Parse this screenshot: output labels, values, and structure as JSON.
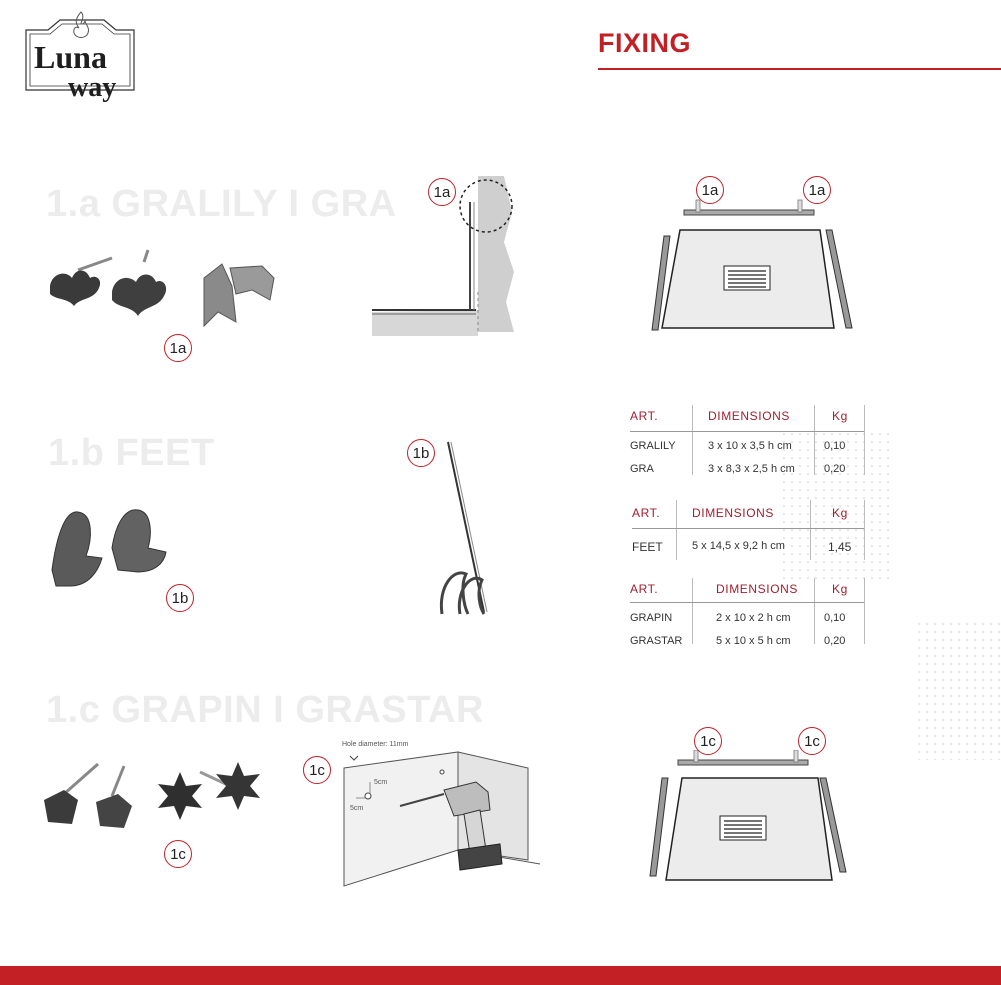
{
  "brand": {
    "logo_text_top": "Luna",
    "logo_text_bottom": "way"
  },
  "header": {
    "title": "FIXING"
  },
  "sections": [
    {
      "title": "1.a GRALILY I GRA"
    },
    {
      "title": "1.b FEET"
    },
    {
      "title": "1.c GRAPIN I GRASTAR"
    }
  ],
  "callouts": {
    "a": "1a",
    "b": "1b",
    "c": "1c"
  },
  "drill": {
    "hole_label": "Hole diameter: 11mm",
    "dim_1": "5cm",
    "dim_2": "5cm"
  },
  "tables": [
    {
      "headers": [
        "ART.",
        "DIMENSIONS",
        "Kg"
      ],
      "rows": [
        [
          "GRALILY",
          "3 x 10 x 3,5 h cm",
          "0,10"
        ],
        [
          "GRA",
          "3 x 8,3 x 2,5 h cm",
          "0,20"
        ]
      ]
    },
    {
      "headers": [
        "ART.",
        "DIMENSIONS",
        "Kg"
      ],
      "rows": [
        [
          "FEET",
          "5 x 14,5 x 9,2 h cm",
          "1,45"
        ]
      ]
    },
    {
      "headers": [
        "ART.",
        "DIMENSIONS",
        "Kg"
      ],
      "rows": [
        [
          "GRAPIN",
          "2 x 10 x 2 h cm",
          "0,10"
        ],
        [
          "GRASTAR",
          "5 x 10 x 5 h cm",
          "0,20"
        ]
      ]
    }
  ],
  "colors": {
    "accent": "#c32026",
    "table_header": "#a51d2d"
  }
}
